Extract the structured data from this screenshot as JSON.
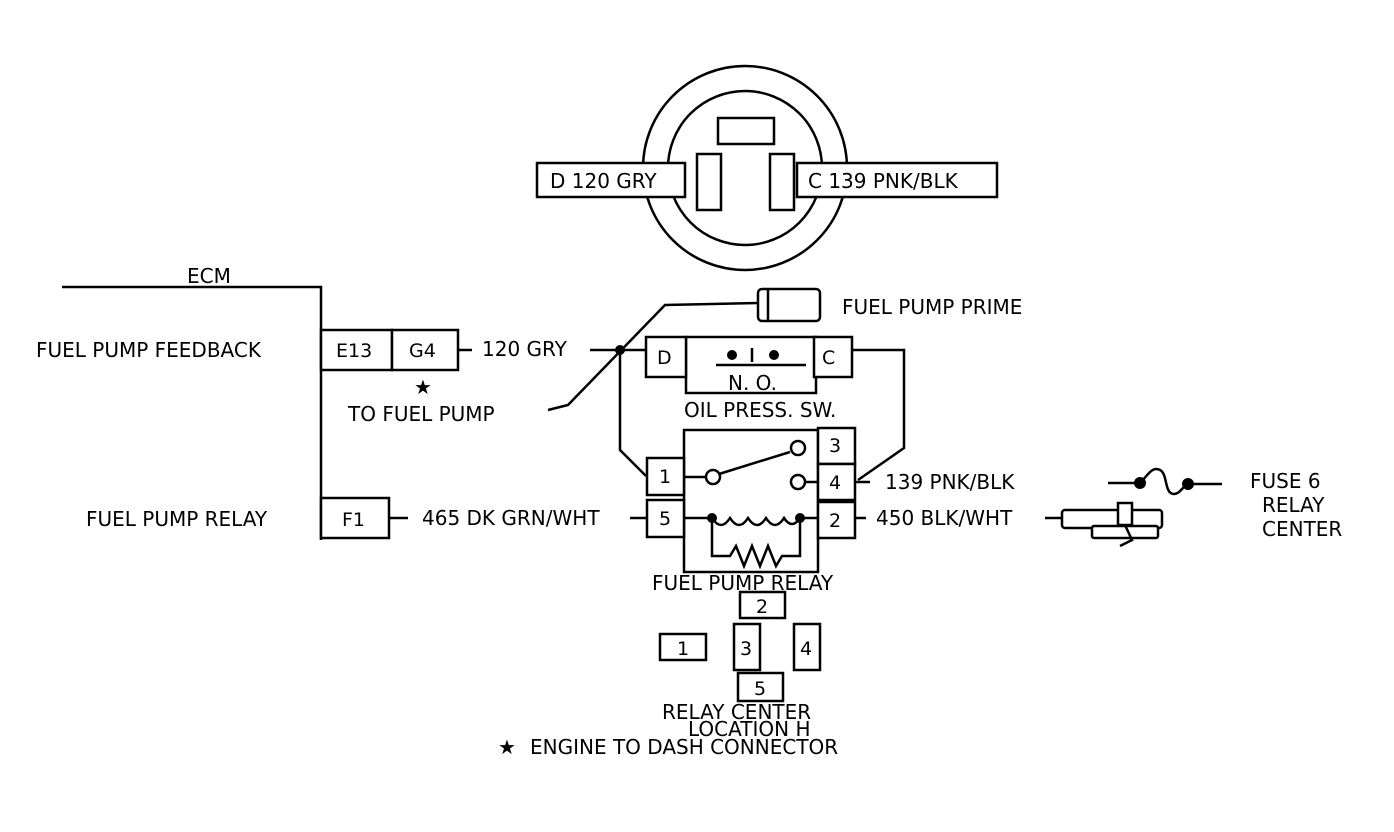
{
  "connector_top": {
    "left_label": "D 120 GRY",
    "right_label": "C 139 PNK/BLK"
  },
  "ecm": {
    "title": "ECM",
    "feedback_label": "FUEL PUMP FEEDBACK",
    "relay_label": "FUEL PUMP RELAY",
    "pin_e13": "E13",
    "pin_g4": "G4",
    "pin_f1": "F1",
    "star": "★",
    "to_fuel_pump": "TO FUEL PUMP"
  },
  "wires": {
    "gry": "120 GRY",
    "dkgrn": "465 DK GRN/WHT",
    "pnkblk": "139 PNK/BLK",
    "blkwht": "450 BLK/WHT"
  },
  "oil_switch": {
    "pin_d": "D",
    "pin_c": "C",
    "no": "N. O.",
    "label": "OIL PRESS. SW."
  },
  "prime": {
    "label": "FUEL PUMP PRIME"
  },
  "relay": {
    "label": "FUEL PUMP RELAY",
    "pins": [
      "1",
      "2",
      "3",
      "4",
      "5"
    ]
  },
  "fuse": {
    "line1": "FUSE 6",
    "line2": "RELAY",
    "line3": "CENTER"
  },
  "relay_center": {
    "pins": [
      "1",
      "2",
      "3",
      "4",
      "5"
    ],
    "line1": "RELAY CENTER",
    "line2": "LOCATION H"
  },
  "footnote": {
    "star": "★",
    "text": "ENGINE TO DASH CONNECTOR"
  }
}
